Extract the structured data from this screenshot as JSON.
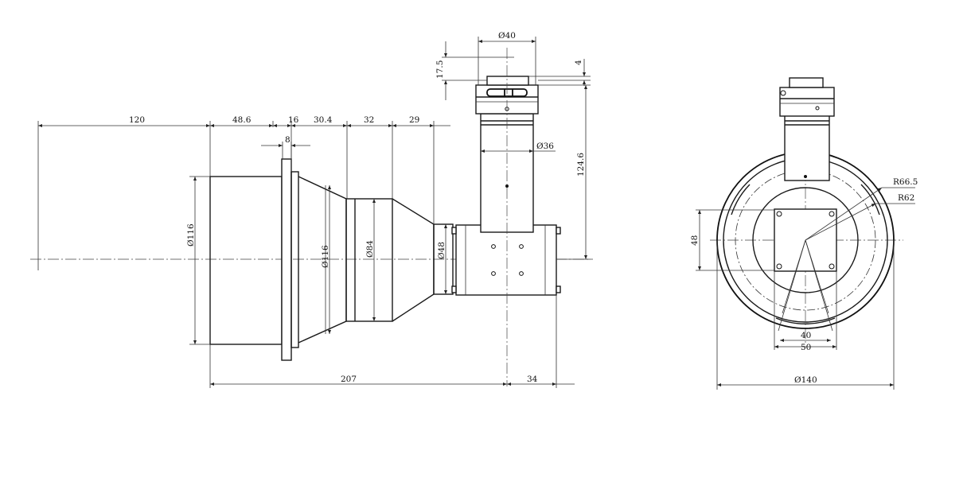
{
  "dimensions": {
    "top_120": "120",
    "top_48_6": "48.6",
    "top_16": "16",
    "top_30_4": "30.4",
    "top_32": "32",
    "top_29": "29",
    "flange_8": "8",
    "tube_phi40": "Ø40",
    "tube_17_5": "17.5",
    "tube_4": "4",
    "tube_phi36": "Ø36",
    "height_124_6": "124.6",
    "body_phi116_a": "Ø116",
    "body_phi116_b": "Ø116",
    "body_phi84": "Ø84",
    "body_phi48": "Ø48",
    "bottom_207": "207",
    "bottom_34": "34",
    "side_R66_5": "R66.5",
    "side_R62": "R62",
    "side_48": "48",
    "side_40": "40",
    "side_50": "50",
    "side_phi140": "Ø140"
  }
}
